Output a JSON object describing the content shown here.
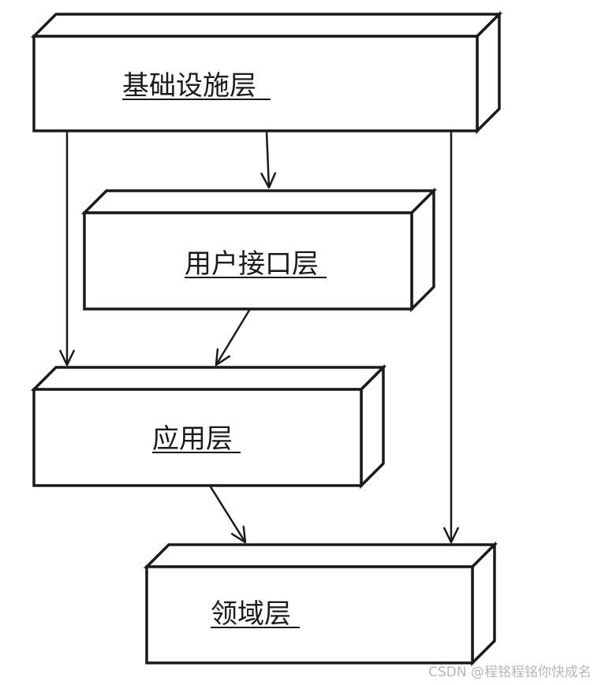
{
  "nodes": [
    {
      "id": "infra",
      "label": "基础设施层"
    },
    {
      "id": "ui",
      "label": "用户接口层"
    },
    {
      "id": "app",
      "label": "应用层"
    },
    {
      "id": "domain",
      "label": "领域层"
    }
  ],
  "edges": [
    {
      "from": "infra",
      "to": "ui"
    },
    {
      "from": "infra",
      "to": "app"
    },
    {
      "from": "infra",
      "to": "domain"
    },
    {
      "from": "ui",
      "to": "app"
    },
    {
      "from": "app",
      "to": "domain"
    }
  ],
  "watermark": "CSDN @程铭程铭你快成名"
}
